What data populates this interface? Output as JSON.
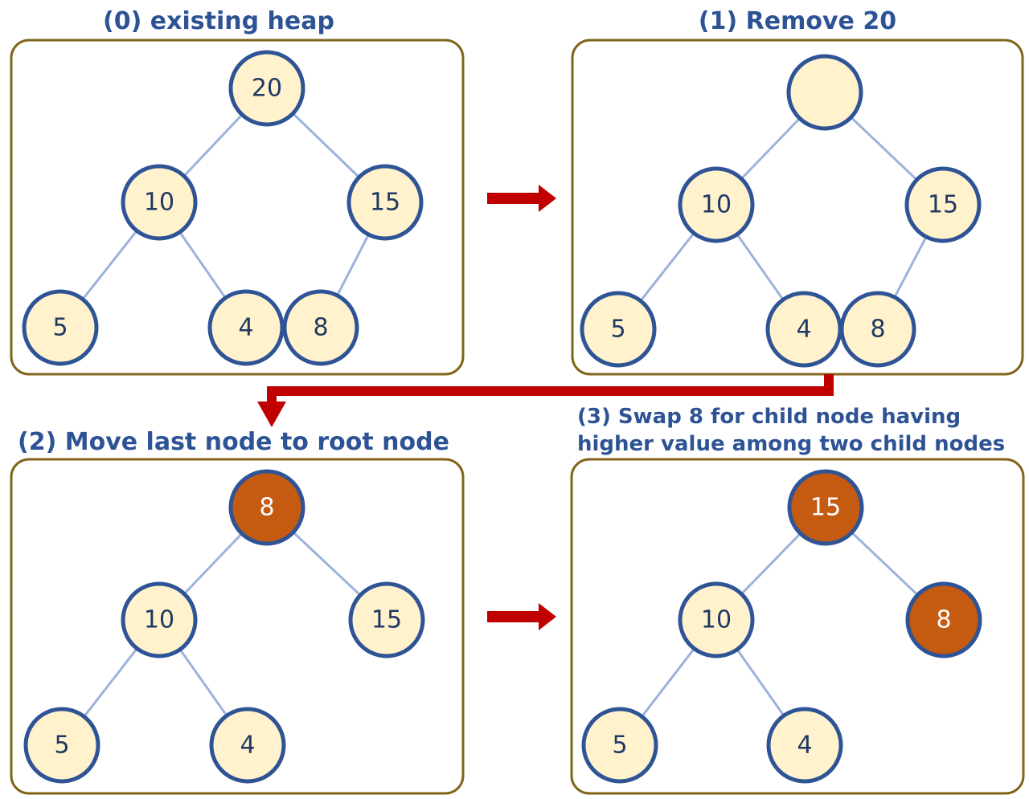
{
  "panels": [
    {
      "title_lines": [
        "(0) existing heap"
      ],
      "nodes": [
        {
          "id": "root",
          "label": "20",
          "state": "normal"
        },
        {
          "id": "left",
          "label": "10",
          "state": "normal"
        },
        {
          "id": "right",
          "label": "15",
          "state": "normal"
        },
        {
          "id": "ll",
          "label": "5",
          "state": "normal"
        },
        {
          "id": "lr",
          "label": "4",
          "state": "normal"
        },
        {
          "id": "rl",
          "label": "8",
          "state": "normal"
        }
      ],
      "edges": [
        [
          "root",
          "left"
        ],
        [
          "root",
          "right"
        ],
        [
          "left",
          "ll"
        ],
        [
          "left",
          "lr"
        ],
        [
          "right",
          "rl"
        ]
      ]
    },
    {
      "title_lines": [
        "(1) Remove 20"
      ],
      "nodes": [
        {
          "id": "root",
          "label": "",
          "state": "normal"
        },
        {
          "id": "left",
          "label": "10",
          "state": "normal"
        },
        {
          "id": "right",
          "label": "15",
          "state": "normal"
        },
        {
          "id": "ll",
          "label": "5",
          "state": "normal"
        },
        {
          "id": "lr",
          "label": "4",
          "state": "normal"
        },
        {
          "id": "rl",
          "label": "8",
          "state": "normal"
        }
      ],
      "edges": [
        [
          "root",
          "left"
        ],
        [
          "root",
          "right"
        ],
        [
          "left",
          "ll"
        ],
        [
          "left",
          "lr"
        ],
        [
          "right",
          "rl"
        ]
      ]
    },
    {
      "title_lines": [
        "(2) Move last node to root node"
      ],
      "nodes": [
        {
          "id": "root",
          "label": "8",
          "state": "highlight"
        },
        {
          "id": "left",
          "label": "10",
          "state": "normal"
        },
        {
          "id": "right",
          "label": "15",
          "state": "normal"
        },
        {
          "id": "ll",
          "label": "5",
          "state": "normal"
        },
        {
          "id": "lr",
          "label": "4",
          "state": "normal"
        }
      ],
      "edges": [
        [
          "root",
          "left"
        ],
        [
          "root",
          "right"
        ],
        [
          "left",
          "ll"
        ],
        [
          "left",
          "lr"
        ]
      ]
    },
    {
      "title_lines": [
        "(3) Swap 8 for child node having",
        "higher value among two child nodes"
      ],
      "nodes": [
        {
          "id": "root",
          "label": "15",
          "state": "highlight"
        },
        {
          "id": "left",
          "label": "10",
          "state": "normal"
        },
        {
          "id": "right",
          "label": "8",
          "state": "highlight"
        },
        {
          "id": "ll",
          "label": "5",
          "state": "normal"
        },
        {
          "id": "lr",
          "label": "4",
          "state": "normal"
        }
      ],
      "edges": [
        [
          "root",
          "left"
        ],
        [
          "root",
          "right"
        ],
        [
          "left",
          "ll"
        ],
        [
          "left",
          "lr"
        ]
      ]
    }
  ],
  "colors": {
    "title": "#2e5395",
    "panel_border": "#806418",
    "node_fill": "#fff2cc",
    "node_highlight": "#c55a11",
    "node_border": "#2f5496",
    "edge": "#9bb3db",
    "arrow": "#c00000"
  }
}
